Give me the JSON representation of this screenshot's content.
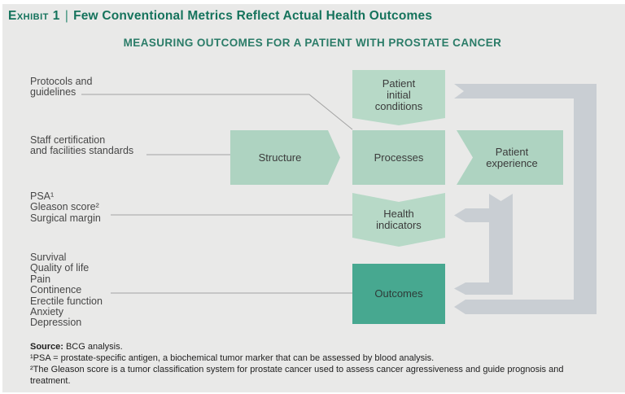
{
  "colors": {
    "background": "#e9e9e8",
    "title_green": "#15735c",
    "subtitle_green": "#2b7c68",
    "box_green_light": "#b7d9c7",
    "box_green": "#aed3c1",
    "box_teal": "#47a890",
    "band_gray": "#c9ced3",
    "connector_gray": "#a3a3a3"
  },
  "header": {
    "exhibit_label": "Exhibit 1",
    "separator": "|",
    "title": "Few Conventional Metrics Reflect Actual Health Outcomes"
  },
  "subtitle": "MEASURING OUTCOMES FOR A PATIENT WITH PROSTATE CANCER",
  "diagram": {
    "left_labels": {
      "protocols": "Protocols and\nguidelines",
      "staff": "Staff certification\nand facilities standards",
      "clinical_metrics": "PSA¹\nGleason score²\nSurgical margin",
      "outcome_metrics": "Survival\nQuality of life\nPain\nContinence\nErectile function\nAnxiety\nDepression"
    },
    "boxes": {
      "patient_initial_conditions": "Patient\ninitial\nconditions",
      "structure": "Structure",
      "processes": "Processes",
      "patient_experience": "Patient\nexperience",
      "health_indicators": "Health\nindicators",
      "outcomes": "Outcomes"
    }
  },
  "footer": {
    "source_label": "Source:",
    "source_text": "BCG analysis.",
    "footnote1": "¹PSA = prostate-specific antigen, a biochemical tumor marker that can be assessed by blood analysis.",
    "footnote2": "²The Gleason score is a tumor classification system for prostate cancer used to assess cancer agressiveness and guide prognosis and treatment."
  }
}
